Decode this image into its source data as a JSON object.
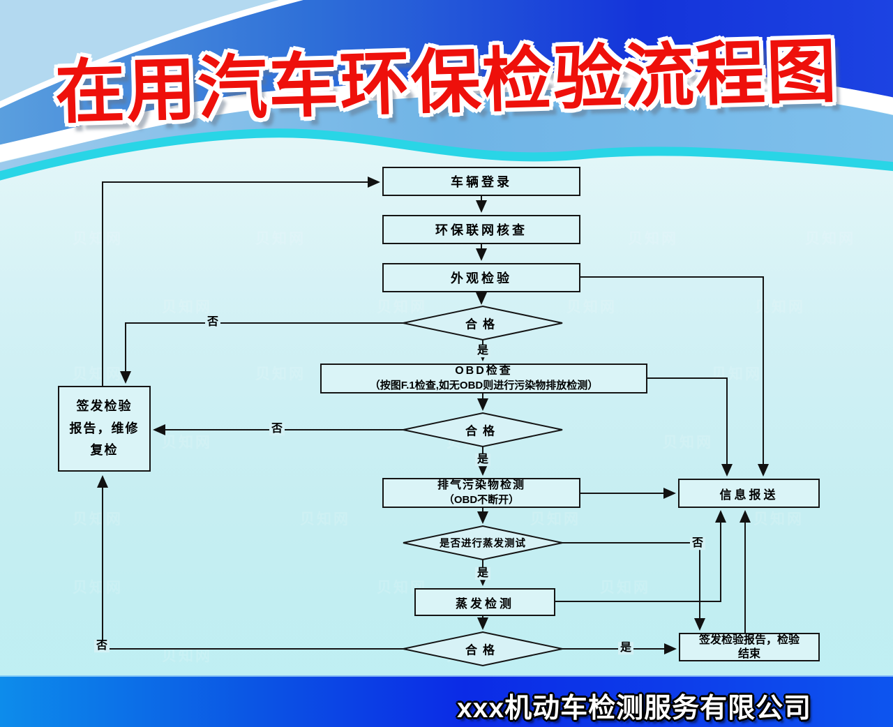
{
  "watermark": {
    "text": "贝知网"
  },
  "header": {
    "title": "在用汽车环保检验流程图"
  },
  "footer": {
    "company": "xxx机动车检测服务有限公司"
  },
  "flow": {
    "boxes": {
      "vehicle_login": "车辆登录",
      "network_check": "环保联网核查",
      "appearance_check": "外观检验",
      "obd_title": "OBD检查",
      "obd_note": "（按图F.1检查,如无OBD则进行污染物排放检测）",
      "emission_title": "排气污染物检测",
      "emission_note": "（OBD不断开）",
      "evaporation": "蒸发检测",
      "info_report": "信息报送",
      "issue_repair_l1": "签发检验",
      "issue_repair_l2": "报告，维修",
      "issue_repair_l3": "复检",
      "issue_end_l1": "签发检验报告，检验",
      "issue_end_l2": "结束"
    },
    "diamonds": {
      "pass1": "合格",
      "pass2": "合格",
      "evap_question": "是否进行蒸发测试",
      "pass3": "合格"
    },
    "labels": {
      "yes": "是",
      "no": "否"
    }
  }
}
